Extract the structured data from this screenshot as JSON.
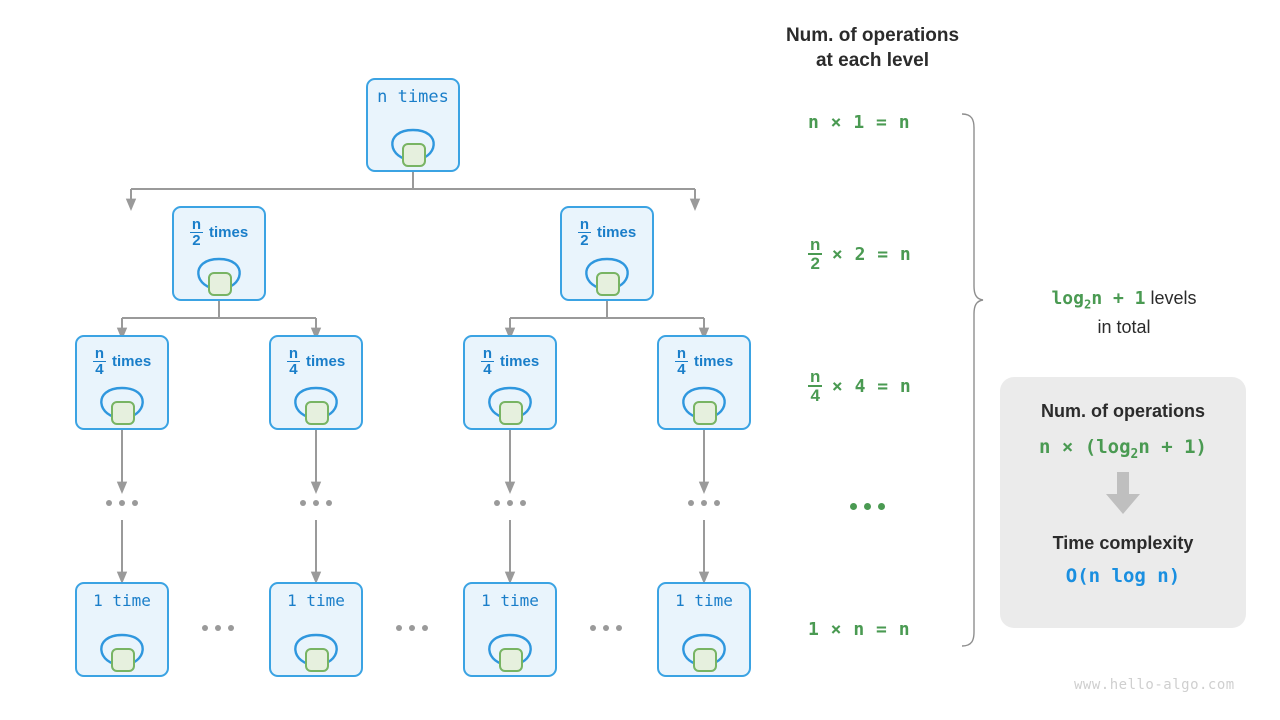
{
  "diagram": {
    "title_watermark": "www.hello-algo.com",
    "colors": {
      "node_fill": "#e9f4fc",
      "node_border": "#3ba3e3",
      "node_text": "#1a7ec9",
      "inner_box_fill": "#e6f0de",
      "inner_box_border": "#78b463",
      "connector": "#9a9a9a",
      "equation_green": "#4a9a52",
      "result_blue": "#1a8fe0",
      "card_bg": "#ebebeb",
      "heading": "#2b2b2b"
    }
  },
  "tree": {
    "levels": [
      {
        "level": 1,
        "nodes": [
          {
            "label_plain": "n times",
            "numerator": "",
            "denominator": "",
            "word": ""
          }
        ]
      },
      {
        "level": 2,
        "nodes": [
          {
            "label_plain": "",
            "numerator": "n",
            "denominator": "2",
            "word": "times"
          },
          {
            "label_plain": "",
            "numerator": "n",
            "denominator": "2",
            "word": "times"
          }
        ]
      },
      {
        "level": 3,
        "nodes": [
          {
            "label_plain": "",
            "numerator": "n",
            "denominator": "4",
            "word": "times"
          },
          {
            "label_plain": "",
            "numerator": "n",
            "denominator": "4",
            "word": "times"
          },
          {
            "label_plain": "",
            "numerator": "n",
            "denominator": "4",
            "word": "times"
          },
          {
            "label_plain": "",
            "numerator": "n",
            "denominator": "4",
            "word": "times"
          }
        ]
      },
      {
        "level": 4,
        "nodes": [
          {
            "label_plain": "1 time",
            "numerator": "",
            "denominator": "",
            "word": ""
          },
          {
            "label_plain": "1 time",
            "numerator": "",
            "denominator": "",
            "word": ""
          },
          {
            "label_plain": "1 time",
            "numerator": "",
            "denominator": "",
            "word": ""
          },
          {
            "label_plain": "1 time",
            "numerator": "",
            "denominator": "",
            "word": ""
          }
        ]
      }
    ]
  },
  "operations_column": {
    "heading_line1": "Num. of operations",
    "heading_line2": "at each level",
    "rows": [
      {
        "id": "row-1",
        "numerator": "",
        "denominator": "",
        "expr": "n × 1 = n"
      },
      {
        "id": "row-2",
        "numerator": "n",
        "denominator": "2",
        "expr": "× 2 = n"
      },
      {
        "id": "row-3",
        "numerator": "n",
        "denominator": "4",
        "expr": "× 4 = n"
      },
      {
        "id": "row-dots",
        "numerator": "",
        "denominator": "",
        "expr": "..."
      },
      {
        "id": "row-last",
        "numerator": "",
        "denominator": "",
        "expr": "1 × n = n"
      }
    ]
  },
  "levels_note": {
    "formula": "log",
    "formula_sub": "2",
    "formula_rest": "n + 1",
    "suffix": "levels",
    "line2": "in total"
  },
  "summary_card": {
    "operations_heading": "Num. of operations",
    "operations_formula_pre": "n × (log",
    "operations_formula_sub": "2",
    "operations_formula_post": "n + 1)",
    "arrow_icon": "down-block-arrow",
    "complexity_heading": "Time complexity",
    "complexity_value": "O(n log n)"
  }
}
